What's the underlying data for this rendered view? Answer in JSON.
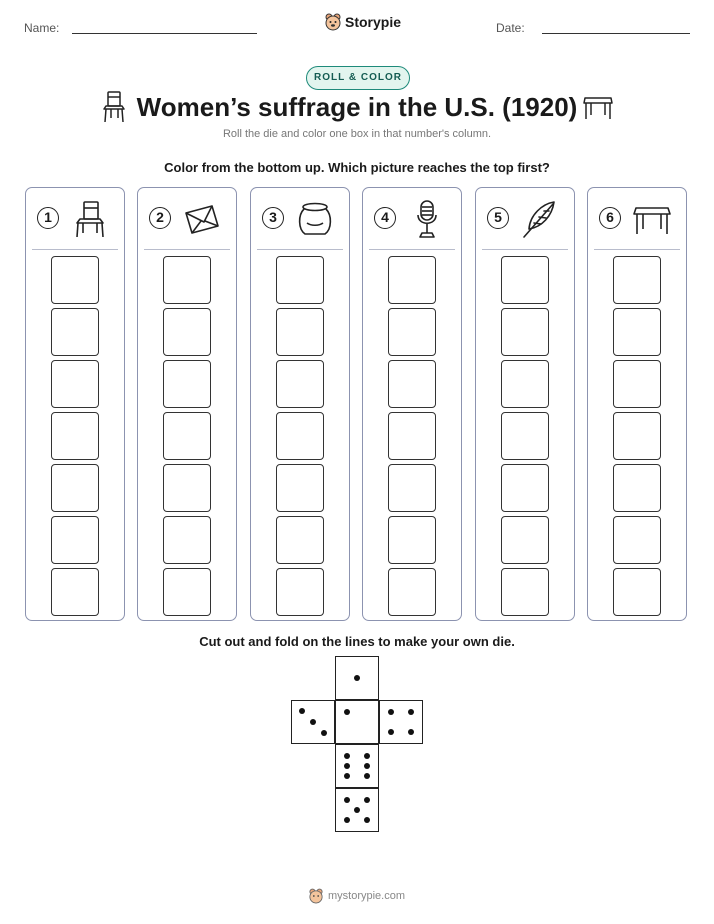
{
  "header": {
    "name_label": "Name:",
    "date_label": "Date:",
    "brand": "Storypie"
  },
  "badge": "ROLL & COLOR",
  "title": "Women’s suffrage in the U.S. (1920)",
  "subtitle": "Roll the die and color one box in that number's column.",
  "instruction": "Color from the bottom up. Which picture reaches the top first?",
  "columns": [
    {
      "number": "1",
      "icon": "chair-icon"
    },
    {
      "number": "2",
      "icon": "envelope-icon"
    },
    {
      "number": "3",
      "icon": "pot-icon"
    },
    {
      "number": "4",
      "icon": "microphone-icon"
    },
    {
      "number": "5",
      "icon": "feather-icon"
    },
    {
      "number": "6",
      "icon": "table-icon"
    }
  ],
  "boxes_per_column": 7,
  "die_instruction": "Cut out and fold on the lines to make your own die.",
  "die_faces": [
    1,
    3,
    1,
    4,
    6,
    5
  ],
  "footer": "mystorypie.com",
  "colors": {
    "accent": "#1e8a7a",
    "badge_bg": "#e2f5ee",
    "column_border": "#8c93b0"
  }
}
